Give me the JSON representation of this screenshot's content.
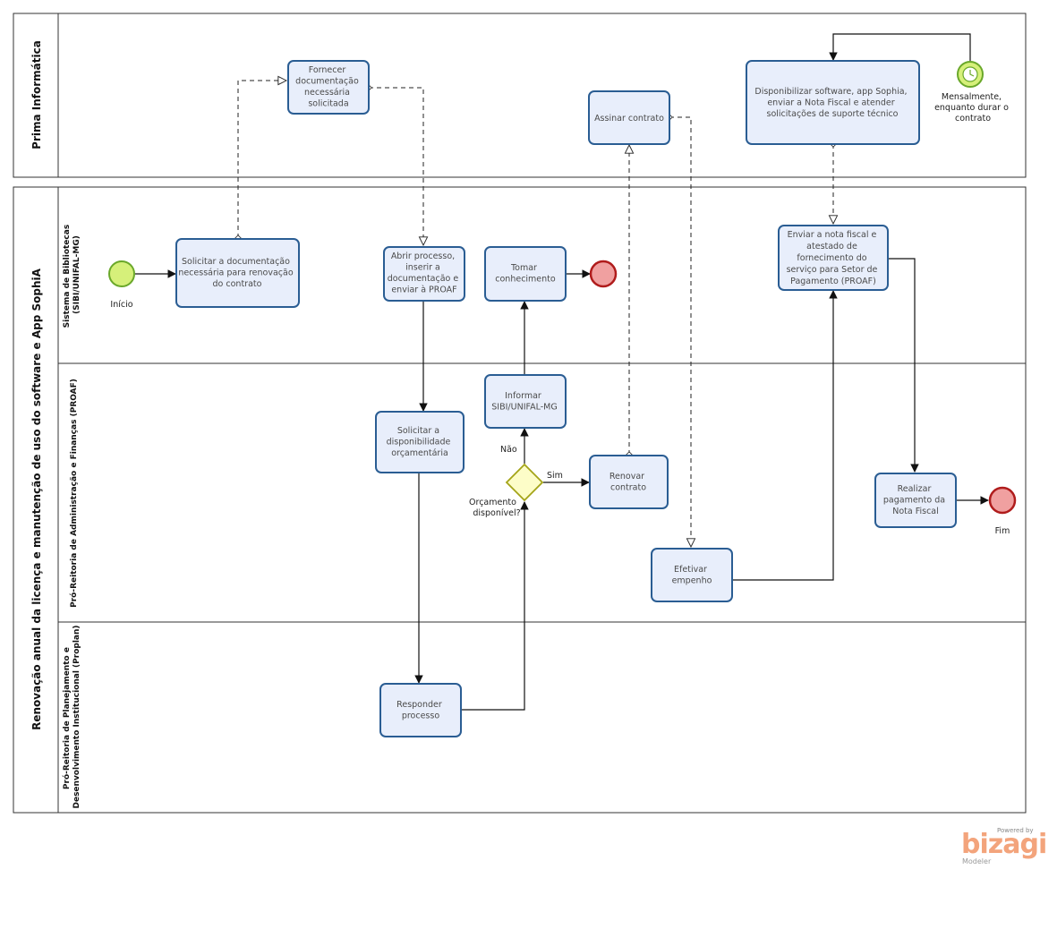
{
  "pools": {
    "top": {
      "title": "Prima Informática"
    },
    "main": {
      "title": "Renovação anual da licença e manutenção de uso do software e App SophiA",
      "lanes": [
        "Sistema de Bibliotecas (SIBI/UNIFAL-MG)",
        "Pró-Reitoria de Administração e Finanças (PROAF)",
        "Pró-Reitoria de Planejamento e Desenvolvimento Institucional (Proplan)"
      ]
    }
  },
  "tasks": {
    "fornecer": [
      "Fornecer",
      "documentação",
      "necessária",
      "solicitada"
    ],
    "assinar": [
      "Assinar contrato"
    ],
    "disponibilizar": [
      "Disponibilizar software, app Sophia,",
      "enviar a Nota Fiscal e atender",
      "solicitações de suporte técnico"
    ],
    "solicitar_doc": [
      "Solicitar a documentação",
      "necessária para renovação",
      "do contrato"
    ],
    "abrir": [
      "Abrir processo,",
      "inserir a",
      "documentação e",
      "enviar à PROAF"
    ],
    "tomar": [
      "Tomar",
      "conhecimento"
    ],
    "enviar_nf": [
      "Enviar a nota fiscal e",
      "atestado de",
      "fornecimento do",
      "serviço para Setor de",
      "Pagamento (PROAF)"
    ],
    "informar": [
      "Informar",
      "SIBI/UNIFAL-MG"
    ],
    "solicitar_disp": [
      "Solicitar a",
      "disponibilidade",
      "orçamentária"
    ],
    "renovar": [
      "Renovar",
      "contrato"
    ],
    "efetivar": [
      "Efetivar",
      "empenho"
    ],
    "realizar": [
      "Realizar",
      "pagamento da",
      "Nota Fiscal"
    ],
    "responder": [
      "Responder",
      "processo"
    ]
  },
  "events": {
    "start": "Início",
    "end": "Fim",
    "timer": [
      "Mensalmente,",
      "enquanto durar o",
      "contrato"
    ]
  },
  "gateway": {
    "label": [
      "Orçamento",
      "disponível?"
    ],
    "yes": "Sim",
    "no": "Não"
  },
  "brand": {
    "powered": "Powered by",
    "name": "bizagi",
    "sub": "Modeler"
  },
  "colors": {
    "task_fill": "#e8eefb",
    "task_stroke": "#2a5d93",
    "start_fill": "#d6f07a",
    "start_stroke": "#6aa82a",
    "end_fill": "#f0a0a0",
    "end_stroke": "#b01c1c",
    "gateway_fill": "#fdfdc8",
    "gateway_stroke": "#a4a418"
  }
}
